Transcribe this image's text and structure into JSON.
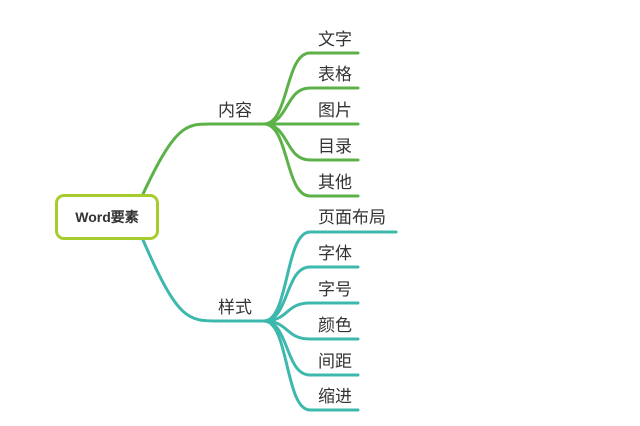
{
  "root": {
    "label": "Word要素"
  },
  "branches": [
    {
      "label": "内容",
      "color": "#5cb248",
      "children": [
        "文字",
        "表格",
        "图片",
        "目录",
        "其他"
      ]
    },
    {
      "label": "样式",
      "color": "#3cb8ad",
      "children": [
        "页面布局",
        "字体",
        "字号",
        "颜色",
        "间距",
        "缩进"
      ]
    }
  ],
  "colors": {
    "root_border": "#a6cc2e"
  }
}
